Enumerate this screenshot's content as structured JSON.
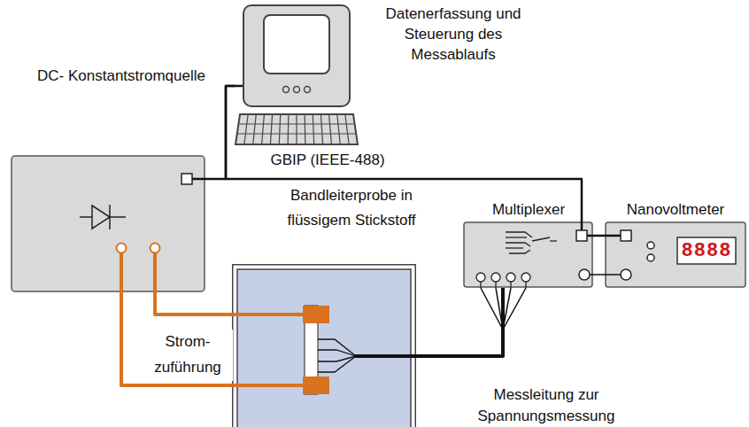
{
  "diagram": {
    "nodes": [
      {
        "text": [
          "Datenerfassung und Steuerung des Messablaufs"
        ]
      },
      {
        "text": [
          "DC- Konstantstromquelle"
        ]
      },
      {
        "text": [
          "Bandleiterprobe in flüssigem Stickstoff"
        ]
      },
      {
        "text": [
          "Multiplexer"
        ]
      },
      {
        "text": [
          "Nanovoltmeter"
        ]
      }
    ],
    "edges": [
      {
        "from": 0,
        "to": 1,
        "arrow": "none"
      },
      {
        "from": 0,
        "to": 3,
        "label": "GBIP (IEEE-488)",
        "arrow": "none"
      },
      {
        "from": 3,
        "to": 4,
        "arrow": "none"
      },
      {
        "from": 3,
        "to": 4,
        "arrow": "none"
      },
      {
        "from": 1,
        "to": 2,
        "label": "Strom- zuführung",
        "arrow": "none"
      },
      {
        "from": 1,
        "to": 2,
        "arrow": "none"
      },
      {
        "from": 2,
        "to": 3,
        "label": "Messleitung zur Spannungsmessung",
        "arrow": "none"
      }
    ],
    "labels": [
      "8888"
    ]
  }
}
